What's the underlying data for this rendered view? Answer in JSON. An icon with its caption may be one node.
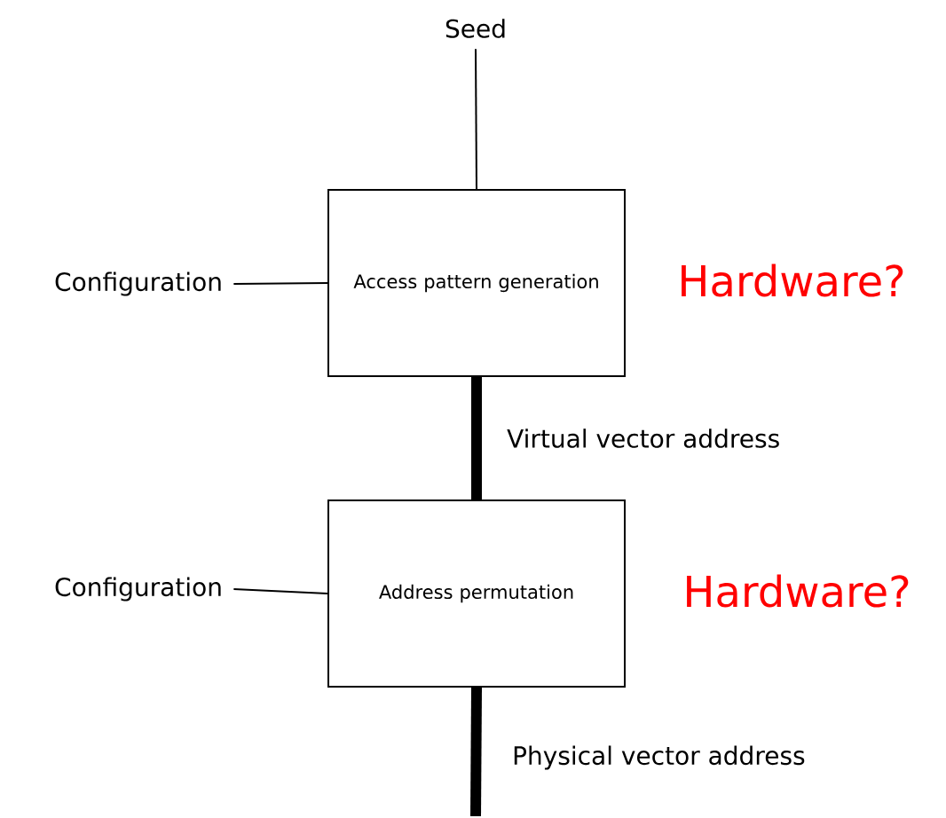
{
  "diagram": {
    "nodes": [
      {
        "text": [
          "Seed"
        ]
      },
      {
        "text": [
          "Access pattern generation"
        ],
        "beside": [
          "Hardware?"
        ]
      },
      {
        "text": [
          "Configuration"
        ]
      },
      {
        "text": [
          "Address permutation"
        ],
        "beside": [
          "Hardware?"
        ]
      },
      {
        "text": [
          "Configuration"
        ]
      }
    ],
    "edges": [
      {
        "from": 0,
        "to": 1,
        "arrow": "none"
      },
      {
        "from": 2,
        "to": 1,
        "arrow": "none"
      },
      {
        "from": 1,
        "to": 3,
        "arrow": "none",
        "style": "thick",
        "label": "Virtual vector address"
      },
      {
        "from": 4,
        "to": 3,
        "arrow": "none"
      },
      {
        "from": 3,
        "to": null,
        "arrow": "none",
        "style": "thick",
        "label": "Physical vector address"
      }
    ]
  }
}
